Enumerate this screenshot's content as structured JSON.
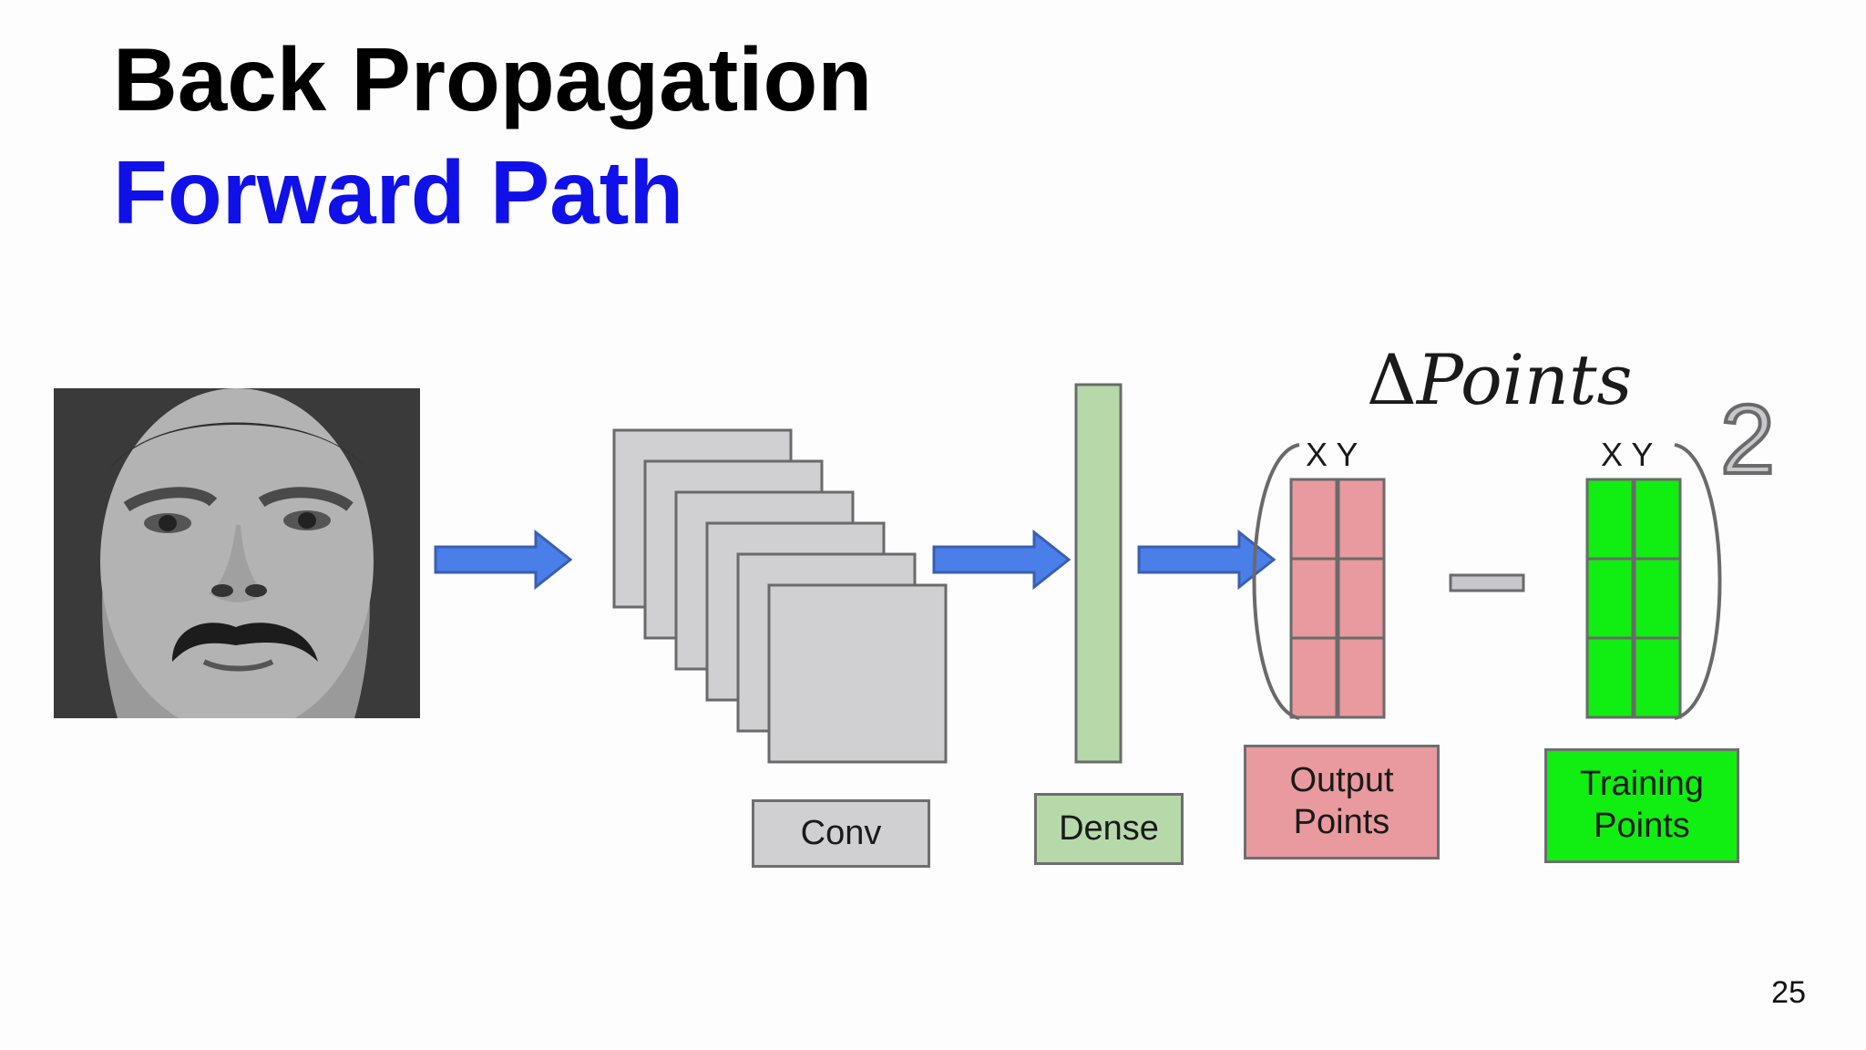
{
  "slide": {
    "title": "Back Propagation",
    "subtitle": "Forward Path",
    "page_number": "25"
  },
  "diagram": {
    "labels": {
      "conv": "Conv",
      "dense": "Dense",
      "output_line1": "Output",
      "output_line2": "Points",
      "training_line1": "Training",
      "training_line2": "Points"
    },
    "column_headers": {
      "output": "X Y",
      "training": "X Y"
    },
    "formula": {
      "delta_symbol": "Δ",
      "delta_text": "Points",
      "exponent": "2",
      "operator": "minus"
    },
    "colors": {
      "arrow": "#4a7ee8",
      "conv_fill": "#d0d0d3",
      "dense_fill": "#b6d9aa",
      "output_fill": "#e89a9e",
      "training_fill": "#11ee11",
      "title": "#000000",
      "subtitle": "#1010e8"
    },
    "icons": [
      "face-photo",
      "arrow-right-icon"
    ]
  }
}
